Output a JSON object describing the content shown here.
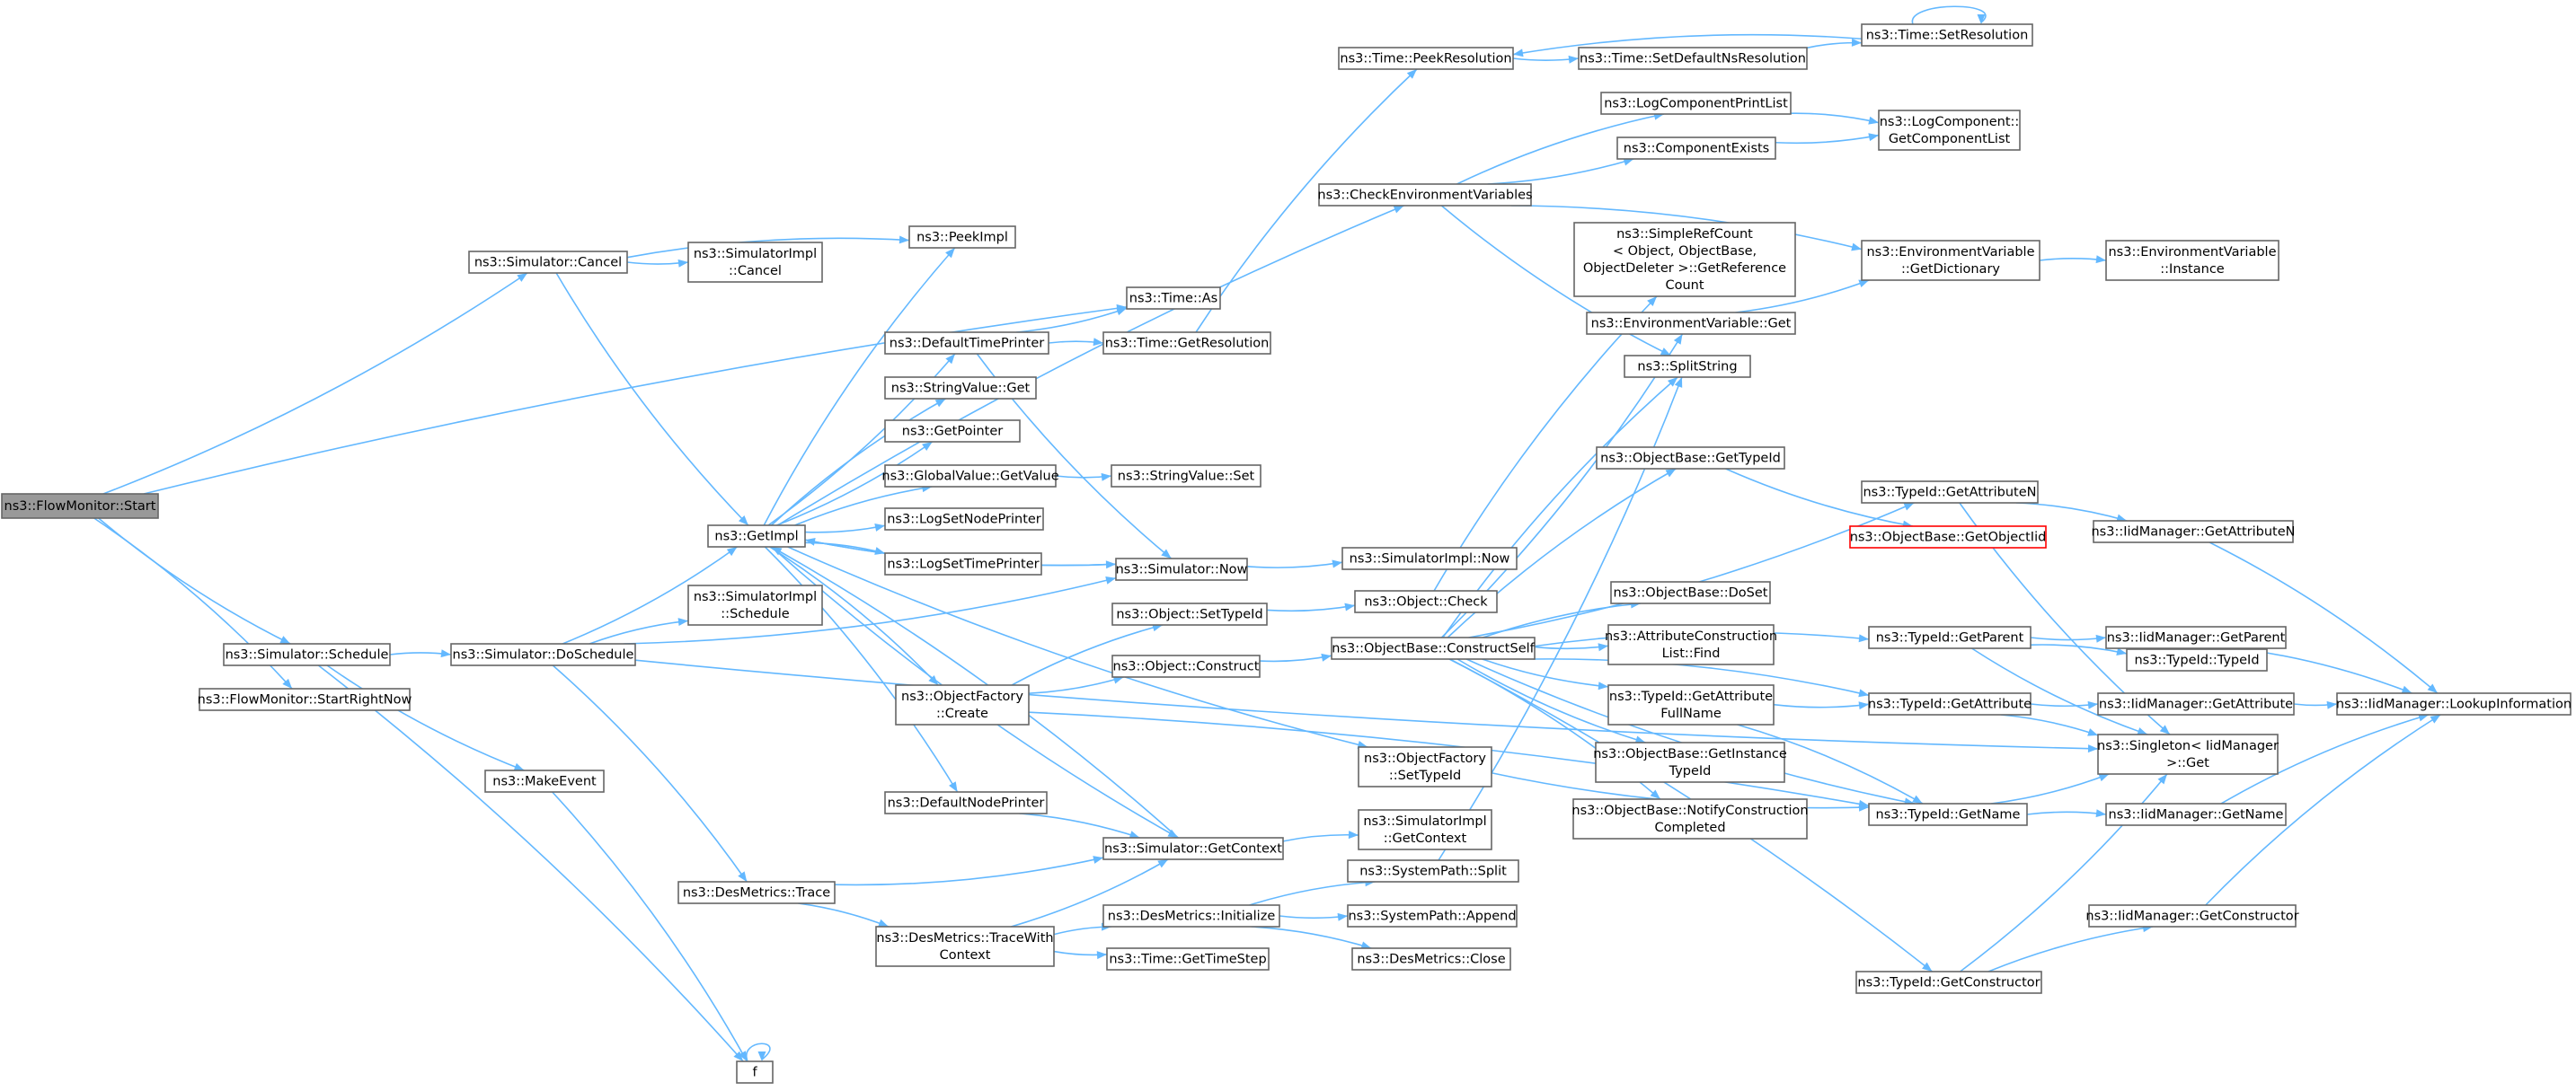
{
  "nodes": [
    {
      "id": "flowmonitor_start",
      "lines": [
        "ns3::FlowMonitor::Start"
      ],
      "style": "root"
    },
    {
      "id": "simulator_cancel",
      "lines": [
        "ns3::Simulator::Cancel"
      ]
    },
    {
      "id": "simulatorimpl_cancel",
      "lines": [
        "ns3::SimulatorImpl",
        "::Cancel"
      ]
    },
    {
      "id": "peekimpl",
      "lines": [
        "ns3::PeekImpl"
      ]
    },
    {
      "id": "time_as",
      "lines": [
        "ns3::Time::As"
      ]
    },
    {
      "id": "getimpl",
      "lines": [
        "ns3::GetImpl"
      ]
    },
    {
      "id": "defaulttimeprinter",
      "lines": [
        "ns3::DefaultTimePrinter"
      ]
    },
    {
      "id": "time_getresolution",
      "lines": [
        "ns3::Time::GetResolution"
      ]
    },
    {
      "id": "time_peekresolution",
      "lines": [
        "ns3::Time::PeekResolution"
      ]
    },
    {
      "id": "time_setdefaultnsresolution",
      "lines": [
        "ns3::Time::SetDefaultNsResolution"
      ]
    },
    {
      "id": "time_setresolution",
      "lines": [
        "ns3::Time::SetResolution"
      ]
    },
    {
      "id": "stringvalue_get",
      "lines": [
        "ns3::StringValue::Get"
      ]
    },
    {
      "id": "getpointer",
      "lines": [
        "ns3::GetPointer"
      ]
    },
    {
      "id": "globalvalue_getvalue",
      "lines": [
        "ns3::GlobalValue::GetValue"
      ]
    },
    {
      "id": "stringvalue_set",
      "lines": [
        "ns3::StringValue::Set"
      ]
    },
    {
      "id": "logsetnodeprinter",
      "lines": [
        "ns3::LogSetNodePrinter"
      ]
    },
    {
      "id": "logsettimeprinter",
      "lines": [
        "ns3::LogSetTimePrinter"
      ]
    },
    {
      "id": "checkenvironmentvariables",
      "lines": [
        "ns3::CheckEnvironmentVariables"
      ]
    },
    {
      "id": "logcomponentprintlist",
      "lines": [
        "ns3::LogComponentPrintList"
      ]
    },
    {
      "id": "componentexists",
      "lines": [
        "ns3::ComponentExists"
      ]
    },
    {
      "id": "logcomponent_getcomponentlist",
      "lines": [
        "ns3::LogComponent::",
        "GetComponentList"
      ]
    },
    {
      "id": "environmentvariable_getdictionary",
      "lines": [
        "ns3::EnvironmentVariable",
        "::GetDictionary"
      ]
    },
    {
      "id": "environmentvariable_instance",
      "lines": [
        "ns3::EnvironmentVariable",
        "::Instance"
      ]
    },
    {
      "id": "simplerefcount_getreferencecount",
      "lines": [
        "ns3::SimpleRefCount",
        "< Object, ObjectBase,",
        "ObjectDeleter >::GetReference",
        "Count"
      ]
    },
    {
      "id": "environmentvariable_get",
      "lines": [
        "ns3::EnvironmentVariable::Get"
      ]
    },
    {
      "id": "splitstring",
      "lines": [
        "ns3::SplitString"
      ]
    },
    {
      "id": "objectbase_gettypeid",
      "lines": [
        "ns3::ObjectBase::GetTypeId"
      ]
    },
    {
      "id": "typeid_getattributen",
      "lines": [
        "ns3::TypeId::GetAttributeN"
      ]
    },
    {
      "id": "objectbase_getobjectiid",
      "lines": [
        "ns3::ObjectBase::GetObjectIid"
      ],
      "style": "red"
    },
    {
      "id": "iidmanager_getattributen",
      "lines": [
        "ns3::IidManager::GetAttributeN"
      ]
    },
    {
      "id": "simulator_now",
      "lines": [
        "ns3::Simulator::Now"
      ]
    },
    {
      "id": "simulatorimpl_now",
      "lines": [
        "ns3::SimulatorImpl::Now"
      ]
    },
    {
      "id": "simulatorimpl_schedule",
      "lines": [
        "ns3::SimulatorImpl",
        "::Schedule"
      ]
    },
    {
      "id": "object_check",
      "lines": [
        "ns3::Object::Check"
      ]
    },
    {
      "id": "object_settypeid",
      "lines": [
        "ns3::Object::SetTypeId"
      ]
    },
    {
      "id": "objectbase_doset",
      "lines": [
        "ns3::ObjectBase::DoSet"
      ]
    },
    {
      "id": "simulator_schedule",
      "lines": [
        "ns3::Simulator::Schedule"
      ]
    },
    {
      "id": "simulator_doschedule",
      "lines": [
        "ns3::Simulator::DoSchedule"
      ]
    },
    {
      "id": "flowmonitor_startrightnow",
      "lines": [
        "ns3::FlowMonitor::StartRightNow"
      ]
    },
    {
      "id": "objectbase_constructself",
      "lines": [
        "ns3::ObjectBase::ConstructSelf"
      ]
    },
    {
      "id": "attributeconstructionlist_find",
      "lines": [
        "ns3::AttributeConstruction",
        "List::Find"
      ]
    },
    {
      "id": "typeid_getparent",
      "lines": [
        "ns3::TypeId::GetParent"
      ]
    },
    {
      "id": "iidmanager_getparent",
      "lines": [
        "ns3::IidManager::GetParent"
      ]
    },
    {
      "id": "typeid_typeid",
      "lines": [
        "ns3::TypeId::TypeId"
      ]
    },
    {
      "id": "object_construct",
      "lines": [
        "ns3::Object::Construct"
      ]
    },
    {
      "id": "objectfactory_create",
      "lines": [
        "ns3::ObjectFactory",
        "::Create"
      ]
    },
    {
      "id": "typeid_getattributefullname",
      "lines": [
        "ns3::TypeId::GetAttribute",
        "FullName"
      ]
    },
    {
      "id": "typeid_getattribute",
      "lines": [
        "ns3::TypeId::GetAttribute"
      ]
    },
    {
      "id": "iidmanager_getattribute",
      "lines": [
        "ns3::IidManager::GetAttribute"
      ]
    },
    {
      "id": "iidmanager_lookupinformation",
      "lines": [
        "ns3::IidManager::LookupInformation"
      ]
    },
    {
      "id": "singleton_get",
      "lines": [
        "ns3::Singleton< IidManager",
        ">::Get"
      ]
    },
    {
      "id": "objectfactory_settypeid",
      "lines": [
        "ns3::ObjectFactory",
        "::SetTypeId"
      ]
    },
    {
      "id": "objectbase_getinstancetypeid",
      "lines": [
        "ns3::ObjectBase::GetInstance",
        "TypeId"
      ]
    },
    {
      "id": "makeevent",
      "lines": [
        "ns3::MakeEvent"
      ]
    },
    {
      "id": "defaultnodeprinter",
      "lines": [
        "ns3::DefaultNodePrinter"
      ]
    },
    {
      "id": "objectbase_notifyconstructioncompleted",
      "lines": [
        "ns3::ObjectBase::NotifyConstruction",
        "Completed"
      ]
    },
    {
      "id": "typeid_getname",
      "lines": [
        "ns3::TypeId::GetName"
      ]
    },
    {
      "id": "iidmanager_getname",
      "lines": [
        "ns3::IidManager::GetName"
      ]
    },
    {
      "id": "simulator_getcontext",
      "lines": [
        "ns3::Simulator::GetContext"
      ]
    },
    {
      "id": "simulatorimpl_getcontext",
      "lines": [
        "ns3::SimulatorImpl",
        "::GetContext"
      ]
    },
    {
      "id": "systempath_split",
      "lines": [
        "ns3::SystemPath::Split"
      ]
    },
    {
      "id": "desmetrics_trace",
      "lines": [
        "ns3::DesMetrics::Trace"
      ]
    },
    {
      "id": "desmetrics_initialize",
      "lines": [
        "ns3::DesMetrics::Initialize"
      ]
    },
    {
      "id": "systempath_append",
      "lines": [
        "ns3::SystemPath::Append"
      ]
    },
    {
      "id": "iidmanager_getconstructor",
      "lines": [
        "ns3::IidManager::GetConstructor"
      ]
    },
    {
      "id": "desmetrics_tracewithcontext",
      "lines": [
        "ns3::DesMetrics::TraceWith",
        "Context"
      ]
    },
    {
      "id": "time_gettimestep",
      "lines": [
        "ns3::Time::GetTimeStep"
      ]
    },
    {
      "id": "desmetrics_close",
      "lines": [
        "ns3::DesMetrics::Close"
      ]
    },
    {
      "id": "typeid_getconstructor",
      "lines": [
        "ns3::TypeId::GetConstructor"
      ]
    },
    {
      "id": "f",
      "lines": [
        "f"
      ]
    }
  ],
  "edges": [
    [
      "flowmonitor_start",
      "simulator_cancel"
    ],
    [
      "flowmonitor_start",
      "time_as"
    ],
    [
      "flowmonitor_start",
      "simulator_schedule"
    ],
    [
      "flowmonitor_start",
      "flowmonitor_startrightnow"
    ],
    [
      "simulator_cancel",
      "simulatorimpl_cancel"
    ],
    [
      "simulator_cancel",
      "peekimpl"
    ],
    [
      "simulator_cancel",
      "getimpl"
    ],
    [
      "getimpl",
      "peekimpl"
    ],
    [
      "getimpl",
      "defaulttimeprinter"
    ],
    [
      "getimpl",
      "stringvalue_get"
    ],
    [
      "getimpl",
      "getpointer"
    ],
    [
      "getimpl",
      "globalvalue_getvalue"
    ],
    [
      "getimpl",
      "logsetnodeprinter"
    ],
    [
      "getimpl",
      "logsettimeprinter"
    ],
    [
      "getimpl",
      "simulator_now"
    ],
    [
      "getimpl",
      "objectfactory_create"
    ],
    [
      "getimpl",
      "objectfactory_settypeid"
    ],
    [
      "getimpl",
      "defaultnodeprinter"
    ],
    [
      "getimpl",
      "simulator_getcontext"
    ],
    [
      "getimpl",
      "checkenvironmentvariables"
    ],
    [
      "defaulttimeprinter",
      "time_as"
    ],
    [
      "defaulttimeprinter",
      "time_getresolution"
    ],
    [
      "defaulttimeprinter",
      "simulator_now"
    ],
    [
      "time_getresolution",
      "time_peekresolution"
    ],
    [
      "time_peekresolution",
      "time_setdefaultnsresolution"
    ],
    [
      "time_setdefaultnsresolution",
      "time_setresolution"
    ],
    [
      "time_setresolution",
      "time_peekresolution"
    ],
    [
      "time_setresolution",
      "time_setresolution"
    ],
    [
      "globalvalue_getvalue",
      "stringvalue_set"
    ],
    [
      "checkenvironmentvariables",
      "logcomponentprintlist"
    ],
    [
      "checkenvironmentvariables",
      "componentexists"
    ],
    [
      "checkenvironmentvariables",
      "environmentvariable_getdictionary"
    ],
    [
      "checkenvironmentvariables",
      "splitstring"
    ],
    [
      "logcomponentprintlist",
      "logcomponent_getcomponentlist"
    ],
    [
      "componentexists",
      "logcomponent_getcomponentlist"
    ],
    [
      "environmentvariable_getdictionary",
      "environmentvariable_instance"
    ],
    [
      "environmentvariable_get",
      "environmentvariable_getdictionary"
    ],
    [
      "simulator_now",
      "getimpl"
    ],
    [
      "simulator_now",
      "simulatorimpl_now"
    ],
    [
      "simulator_schedule",
      "simulator_doschedule"
    ],
    [
      "simulator_schedule",
      "makeevent"
    ],
    [
      "simulator_schedule",
      "f"
    ],
    [
      "simulator_doschedule",
      "getimpl"
    ],
    [
      "simulator_doschedule",
      "simulatorimpl_schedule"
    ],
    [
      "simulator_doschedule",
      "simulator_now"
    ],
    [
      "simulator_doschedule",
      "desmetrics_trace"
    ],
    [
      "simulator_doschedule",
      "singleton_get"
    ],
    [
      "makeevent",
      "f"
    ],
    [
      "f",
      "f"
    ],
    [
      "objectfactory_create",
      "object_settypeid"
    ],
    [
      "objectfactory_create",
      "object_construct"
    ],
    [
      "objectfactory_create",
      "typeid_getname"
    ],
    [
      "object_settypeid",
      "object_check"
    ],
    [
      "object_check",
      "simplerefcount_getreferencecount"
    ],
    [
      "object_construct",
      "objectbase_constructself"
    ],
    [
      "objectbase_constructself",
      "objectbase_gettypeid"
    ],
    [
      "objectbase_constructself",
      "typeid_getattributen"
    ],
    [
      "objectbase_constructself",
      "objectbase_doset"
    ],
    [
      "objectbase_constructself",
      "attributeconstructionlist_find"
    ],
    [
      "objectbase_constructself",
      "typeid_getparent"
    ],
    [
      "objectbase_constructself",
      "typeid_getattributefullname"
    ],
    [
      "objectbase_constructself",
      "typeid_getattribute"
    ],
    [
      "objectbase_constructself",
      "objectbase_getinstancetypeid"
    ],
    [
      "objectbase_constructself",
      "objectbase_notifyconstructioncompleted"
    ],
    [
      "objectbase_constructself",
      "typeid_getname"
    ],
    [
      "objectbase_constructself",
      "typeid_getconstructor"
    ],
    [
      "objectbase_constructself",
      "environmentvariable_get"
    ],
    [
      "objectbase_constructself",
      "splitstring"
    ],
    [
      "objectbase_gettypeid",
      "objectbase_getobjectiid"
    ],
    [
      "typeid_getattributen",
      "iidmanager_getattributen"
    ],
    [
      "typeid_getattributen",
      "singleton_get"
    ],
    [
      "iidmanager_getattributen",
      "iidmanager_lookupinformation"
    ],
    [
      "typeid_getparent",
      "iidmanager_getparent"
    ],
    [
      "typeid_getparent",
      "typeid_typeid"
    ],
    [
      "typeid_getparent",
      "singleton_get"
    ],
    [
      "iidmanager_getparent",
      "iidmanager_lookupinformation"
    ],
    [
      "typeid_getattributefullname",
      "typeid_getattribute"
    ],
    [
      "typeid_getattributefullname",
      "typeid_getname"
    ],
    [
      "typeid_getattribute",
      "iidmanager_getattribute"
    ],
    [
      "typeid_getattribute",
      "singleton_get"
    ],
    [
      "iidmanager_getattribute",
      "iidmanager_lookupinformation"
    ],
    [
      "typeid_getname",
      "iidmanager_getname"
    ],
    [
      "typeid_getname",
      "singleton_get"
    ],
    [
      "iidmanager_getname",
      "iidmanager_lookupinformation"
    ],
    [
      "objectfactory_settypeid",
      "typeid_getname"
    ],
    [
      "defaultnodeprinter",
      "simulator_getcontext"
    ],
    [
      "simulator_getcontext",
      "getimpl"
    ],
    [
      "simulator_getcontext",
      "simulatorimpl_getcontext"
    ],
    [
      "desmetrics_trace",
      "simulator_getcontext"
    ],
    [
      "desmetrics_trace",
      "desmetrics_tracewithcontext"
    ],
    [
      "desmetrics_tracewithcontext",
      "simulator_getcontext"
    ],
    [
      "desmetrics_tracewithcontext",
      "desmetrics_initialize"
    ],
    [
      "desmetrics_tracewithcontext",
      "time_gettimestep"
    ],
    [
      "desmetrics_initialize",
      "systempath_split"
    ],
    [
      "desmetrics_initialize",
      "systempath_append"
    ],
    [
      "desmetrics_initialize",
      "desmetrics_close"
    ],
    [
      "systempath_split",
      "splitstring"
    ],
    [
      "typeid_getconstructor",
      "iidmanager_getconstructor"
    ],
    [
      "typeid_getconstructor",
      "singleton_get"
    ],
    [
      "iidmanager_getconstructor",
      "iidmanager_lookupinformation"
    ]
  ]
}
